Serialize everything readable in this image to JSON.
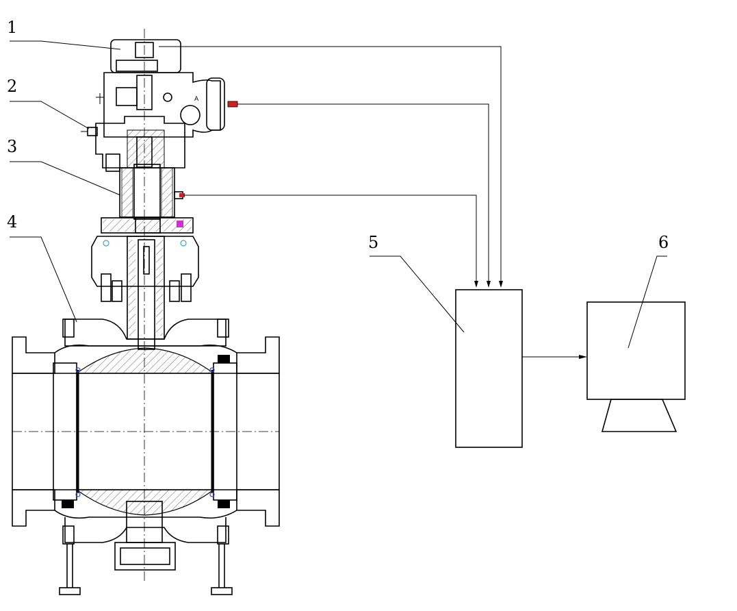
{
  "labels": [
    {
      "id": "1",
      "text": "1"
    },
    {
      "id": "2",
      "text": "2"
    },
    {
      "id": "3",
      "text": "3"
    },
    {
      "id": "4",
      "text": "4"
    },
    {
      "id": "5",
      "text": "5"
    },
    {
      "id": "6",
      "text": "6"
    }
  ],
  "colors": {
    "line": "#000000",
    "sensor_accent": "#cc2222",
    "seal_accent": "#33aacc",
    "marker_accent": "#cc33cc"
  }
}
